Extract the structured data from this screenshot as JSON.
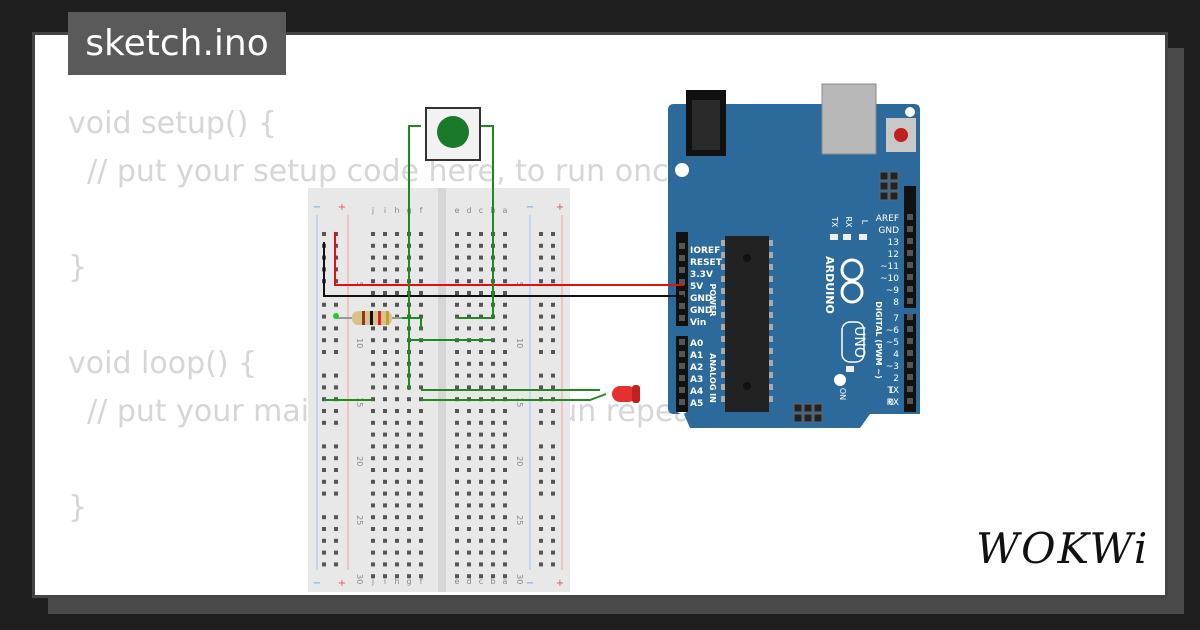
{
  "tab": {
    "filename": "sketch.ino"
  },
  "code_lines": [
    "void setup() {",
    "  // put your setup code here, to run once:",
    "",
    "}",
    "",
    "void loop() {",
    "  // put your main code here, to run repeatedly:",
    "",
    "}"
  ],
  "breadboard": {
    "columns_left": [
      "j",
      "i",
      "h",
      "g",
      "f"
    ],
    "columns_right": [
      "e",
      "d",
      "c",
      "b",
      "a"
    ],
    "row_numbers": [
      "5",
      "10",
      "15",
      "20",
      "25",
      "30"
    ],
    "rail_minus": "−",
    "rail_plus": "+"
  },
  "arduino": {
    "brand": "ARDUINO",
    "model": "UNO",
    "power_header": [
      "IOREF",
      "RESET",
      "3.3V",
      "5V",
      "GND",
      "GND",
      "Vin"
    ],
    "power_label": "POWER",
    "analog_header": [
      "A0",
      "A1",
      "A2",
      "A3",
      "A4",
      "A5"
    ],
    "analog_label": "ANALOG IN",
    "digital_labels": [
      "AREF",
      "GND",
      "13",
      "12",
      "~11",
      "~10",
      "~9",
      "8",
      "7",
      "~6",
      "~5",
      "4",
      "~3",
      "2",
      "TX",
      "RX"
    ],
    "digital_pins": [
      "",
      "",
      "",
      "",
      "",
      "",
      "",
      "",
      "",
      "",
      "",
      "",
      "",
      "",
      "1",
      "0"
    ],
    "digital_label": "DIGITAL (PWM ~)",
    "tx_label": "TX",
    "rx_label": "RX",
    "l_label": "L",
    "on_label": "ON"
  },
  "logo": {
    "text": "WOKWi"
  },
  "colors": {
    "board": "#2b6a9a",
    "wire_red": "#e01010",
    "wire_black": "#111111",
    "wire_green": "#1f8a1f",
    "button_cap": "#1a7a2a",
    "led": "#e53030"
  }
}
